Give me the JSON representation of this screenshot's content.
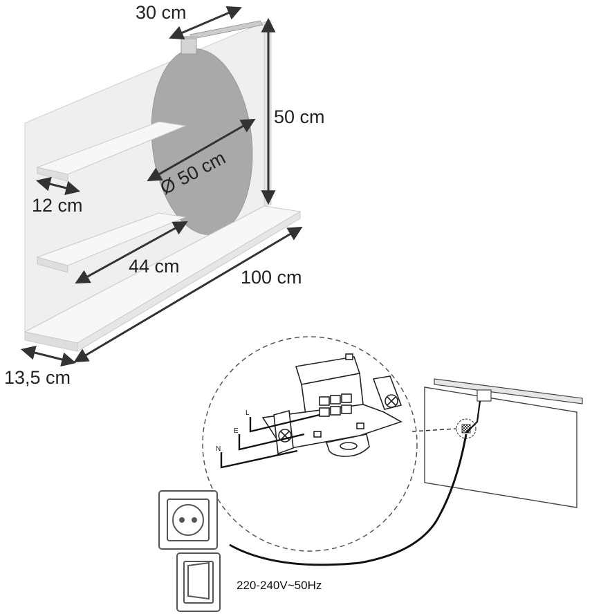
{
  "dimensions": {
    "top_width": "30 cm",
    "height": "50 cm",
    "mirror_diameter": "Ø 50 cm",
    "shelf_depth": "12 cm",
    "shelf_width": "44 cm",
    "total_width": "100 cm",
    "total_depth": "13,5 cm"
  },
  "wiring": {
    "live": "L",
    "earth": "E",
    "neutral": "N"
  },
  "power": {
    "voltage": "220-240V~50Hz"
  },
  "icons": {
    "socket": "power-socket-icon",
    "switch": "light-switch-icon"
  },
  "colors": {
    "panel": "#eeeeee",
    "mirror": "#a9a9a9",
    "arrow": "#333333"
  }
}
